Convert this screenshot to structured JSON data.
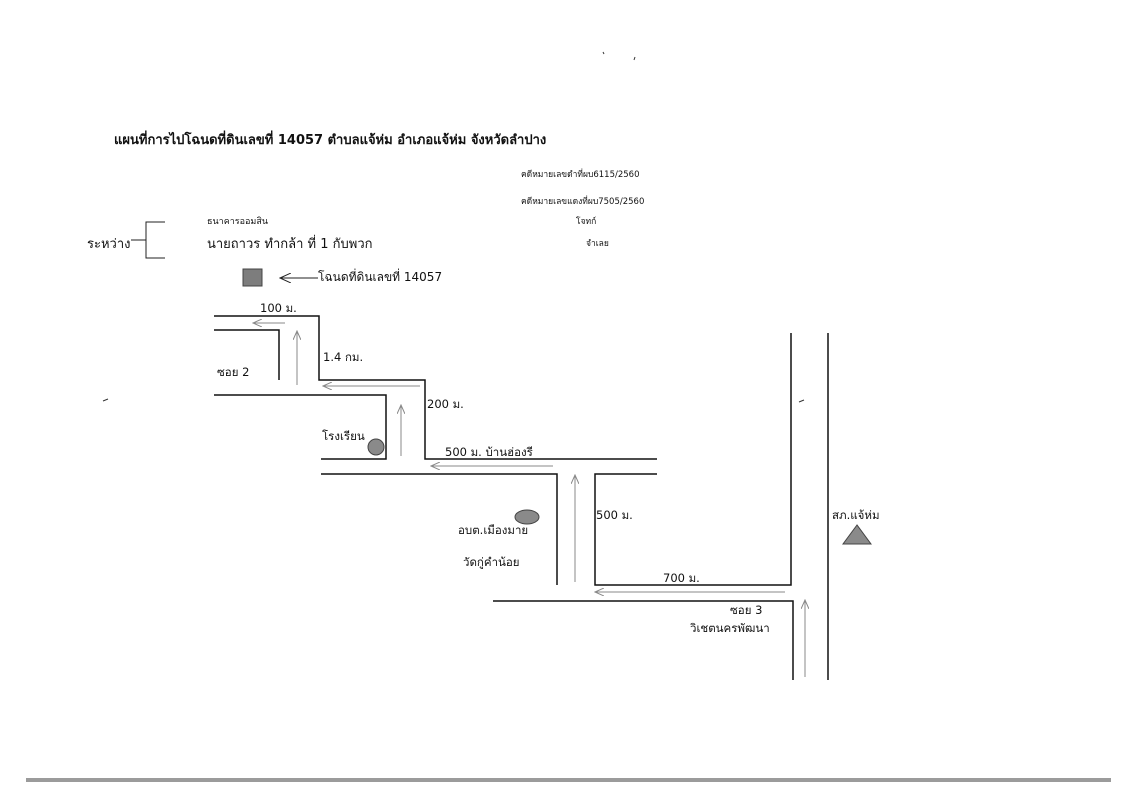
{
  "title": "แผนที่การไปโฉนดที่ดินเลขที่  14057  ตำบลแจ้ห่ม  อำเภอแจ้ห่ม  จังหวัดลำปาง",
  "case": {
    "black_no": "คดีหมายเลขดำที่ผบ6115/2560",
    "red_no": "คดีหมายเลขแดงที่ผบ7505/2560",
    "plaintiff": "โจทก์",
    "defendant": "จำเลย"
  },
  "parties": {
    "between_label": "ระหว่าง",
    "party1": "ธนาคารออมสิน",
    "party2": "นายถาวร  ทำกล้า   ที่ 1  กับพวก"
  },
  "legend": {
    "land_label": "โฉนดที่ดินเลขที่ 14057",
    "land_color": "#7d7d7d"
  },
  "map": {
    "dist_100": "100 ม.",
    "dist_1_4km": "1.4 กม.",
    "soi2": "ซอย  2",
    "dist_200": "200 ม.",
    "school": "โรงเรียน",
    "ban_hong_ri": "500  ม.  บ้านฮ่องรี",
    "dist_500": "500 ม.",
    "tambon_office": "อบต.เมืองมาย",
    "temple": "วัดกู่คำน้อย",
    "dist_700": "700 ม.",
    "soi3": "ซอย 3",
    "soi3_name": "วิเชตนครพัฒนา",
    "police_station": "สภ.แจ้ห่ม",
    "marker_color": "#8a8a8a",
    "road_color": "#111111",
    "arrow_color": "#888888"
  }
}
